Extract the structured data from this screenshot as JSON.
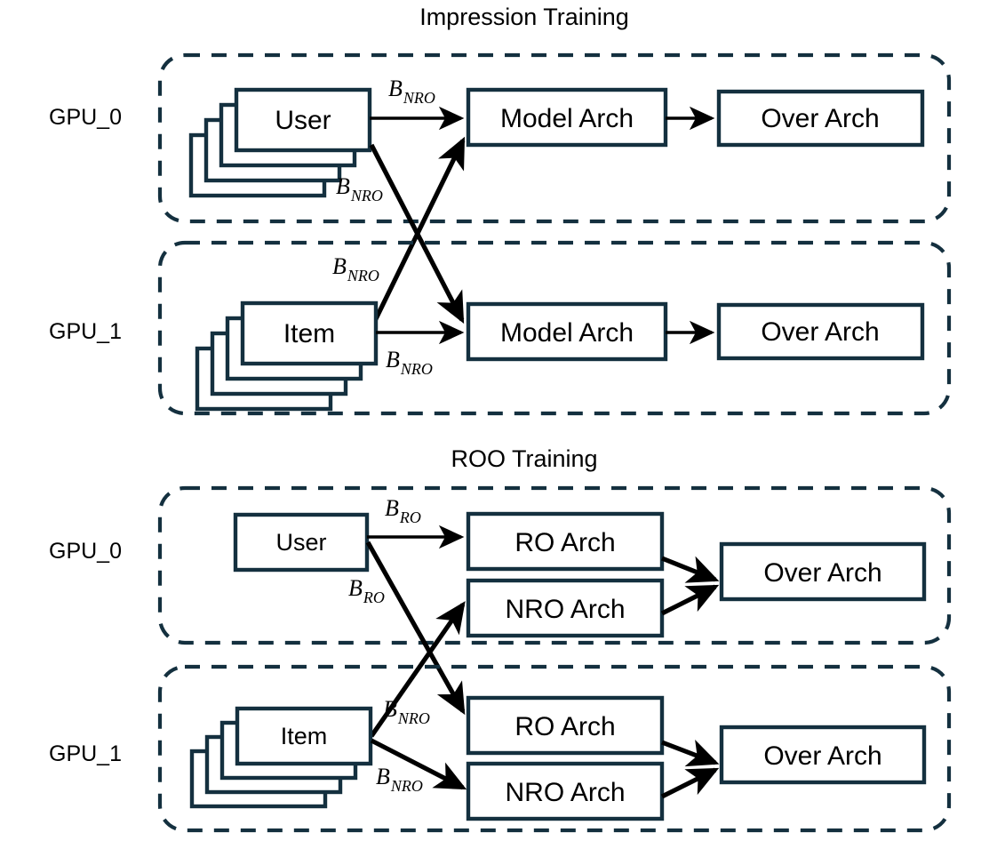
{
  "page": {
    "background": "#ffffff",
    "stroke_navy": "#14303f",
    "edge_black": "#000000"
  },
  "sections": [
    {
      "id": "impression",
      "title": "Impression Training",
      "gpus": [
        {
          "label": "GPU_0",
          "source": {
            "text": "User",
            "stacked": true,
            "stack_count": 4
          },
          "stages": [
            "Model Arch",
            "Over Arch"
          ],
          "edge_labels": [
            "B",
            "B"
          ],
          "edge_subs": [
            "NRO",
            "NRO"
          ]
        },
        {
          "label": "GPU_1",
          "source": {
            "text": "Item",
            "stacked": true,
            "stack_count": 4
          },
          "stages": [
            "Model Arch",
            "Over Arch"
          ],
          "edge_labels": [
            "B",
            "B"
          ],
          "edge_subs": [
            "NRO",
            "NRO"
          ]
        }
      ]
    },
    {
      "id": "roo",
      "title": "ROO Training",
      "gpus": [
        {
          "label": "GPU_0",
          "source": {
            "text": "User",
            "stacked": false,
            "stack_count": 1
          },
          "stages": [
            "RO Arch",
            "NRO Arch",
            "Over Arch"
          ],
          "edge_labels": [
            "B",
            "B"
          ],
          "edge_subs": [
            "RO",
            "RO"
          ]
        },
        {
          "label": "GPU_1",
          "source": {
            "text": "Item",
            "stacked": true,
            "stack_count": 4
          },
          "stages": [
            "RO Arch",
            "NRO Arch",
            "Over Arch"
          ],
          "edge_labels": [
            "B",
            "B"
          ],
          "edge_subs": [
            "NRO",
            "NRO"
          ]
        }
      ]
    }
  ],
  "labels": {
    "impression_title": "Impression Training",
    "roo_title": "ROO Training",
    "gpu0_top": "GPU_0",
    "gpu1_top": "GPU_1",
    "gpu0_bottom": "GPU_0",
    "gpu1_bottom": "GPU_1",
    "user_top": "User",
    "item_top": "Item",
    "user_bottom": "User",
    "item_bottom": "Item",
    "model_arch_1": "Model Arch",
    "model_arch_2": "Model Arch",
    "over_arch_1": "Over Arch",
    "over_arch_2": "Over Arch",
    "over_arch_3": "Over Arch",
    "over_arch_4": "Over Arch",
    "ro_arch_1": "RO Arch",
    "nro_arch_1": "NRO Arch",
    "ro_arch_2": "RO Arch",
    "nro_arch_2": "NRO Arch",
    "b": "B",
    "sub_nro": "NRO",
    "sub_ro": "RO"
  }
}
